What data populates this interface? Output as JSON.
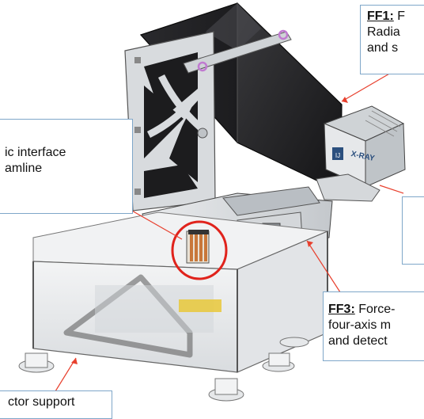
{
  "callouts": {
    "ff1": {
      "tag": "FF1:",
      "rest": " F",
      "line2": "Radia",
      "line3": "and s"
    },
    "interface": {
      "line1": "ic interface",
      "line2": "amline"
    },
    "ff3": {
      "tag": "FF3:",
      "rest": " Force-",
      "line2": "four-axis m",
      "line3": "and detect"
    },
    "support": {
      "line1": "ctor support"
    }
  },
  "instrument": {
    "badge_text": "X-RAY",
    "badge_logo": "IJ"
  },
  "colors": {
    "callout_border": "#7fa7c9",
    "leader_line": "#e8402e",
    "highlight_ring": "#e0231c",
    "detector_face": "#1f1f21",
    "frame_grey": "#cfd3d6",
    "copper_pins": "#c8773a"
  }
}
